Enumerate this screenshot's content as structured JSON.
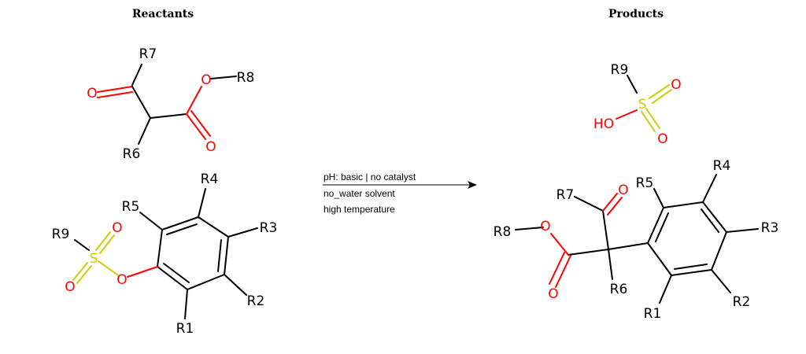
{
  "headers": {
    "reactants": "Reactants",
    "products": "Products"
  },
  "conditions": [
    "pH: basic | no catalyst",
    "no_water solvent",
    "high temperature"
  ],
  "colors": {
    "carbon": "#000000",
    "oxygen": "#ff0000",
    "sulfur": "#cccc00"
  },
  "labels": {
    "R1": "R1",
    "R2": "R2",
    "R3": "R3",
    "R4": "R4",
    "R5": "R5",
    "R6": "R6",
    "R7": "R7",
    "R8": "R8",
    "R9": "R9",
    "O": "O",
    "S": "S",
    "HO": "HO"
  }
}
